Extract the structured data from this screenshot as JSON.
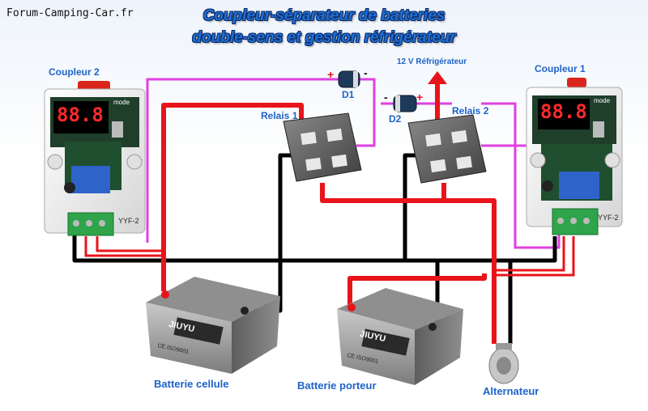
{
  "watermark": "Forum-Camping-Car.fr",
  "title": {
    "line1": "Coupleur-séparateur de batteries",
    "line2": "double-sens et gestion réfrigérateur"
  },
  "labels": {
    "coupleur_left": "Coupleur 2",
    "coupleur_right": "Coupleur 1",
    "relais_1": "Relais 1",
    "relais_2": "Relais 2",
    "diode_1": "D1",
    "diode_2": "D2",
    "fridge": "12 V Réfrigérateur",
    "battery_cell": "Batterie cellule",
    "battery_carrier": "Batterie porteur",
    "alternator": "Alternateur"
  },
  "module": {
    "display": "88.8",
    "mode": "mode",
    "model": "YYF-2"
  },
  "battery": {
    "brand": "JIUYU",
    "cert": "CE ISO9001"
  },
  "polarity": {
    "plus": "+",
    "minus": "-"
  },
  "colors": {
    "positive_wire": "#e8141b",
    "negative_wire": "#000000",
    "signal_wire": "#e040e0",
    "label": "#1e63c8"
  }
}
